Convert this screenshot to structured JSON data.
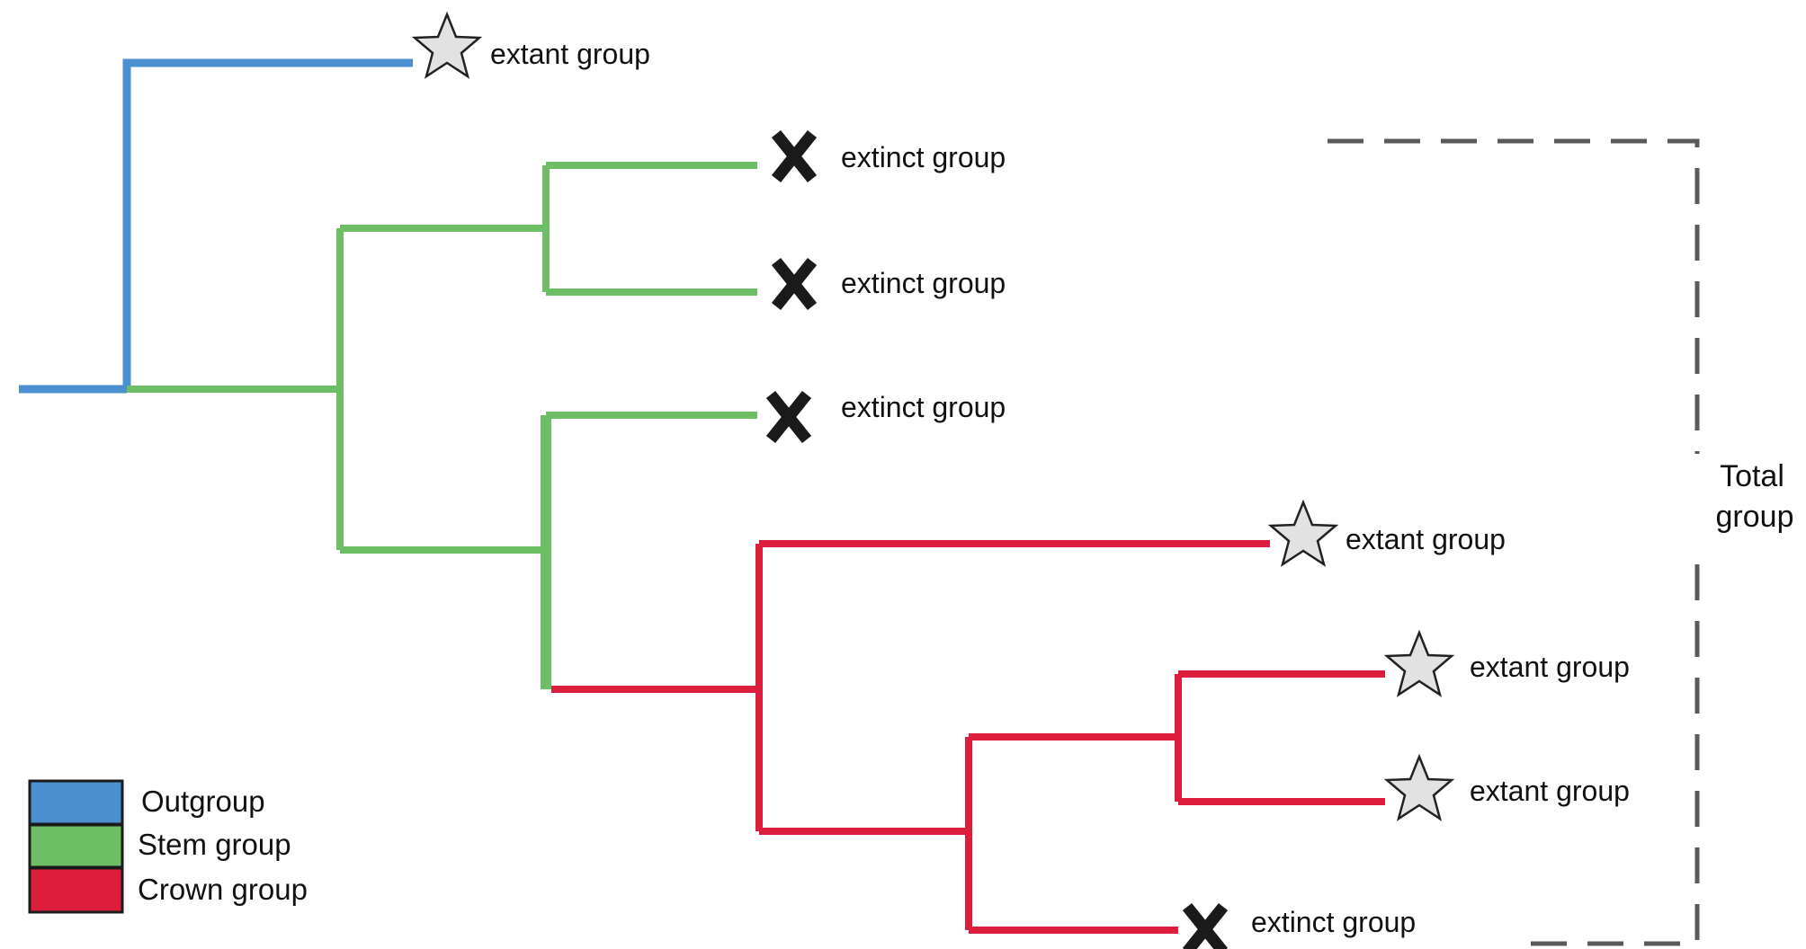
{
  "colors": {
    "outgroup": "#4a90d0",
    "stem": "#6dbe65",
    "crown": "#dc1e3c",
    "bracket": "#5a5a5a",
    "star_fill": "#e2e2e2",
    "cross": "#1a1a1a"
  },
  "tips": [
    {
      "label": "extant group",
      "status": "extant",
      "icon": "star-icon",
      "clade": "outgroup"
    },
    {
      "label": "extinct group",
      "status": "extinct",
      "icon": "cross-icon",
      "clade": "stem"
    },
    {
      "label": "extinct group",
      "status": "extinct",
      "icon": "cross-icon",
      "clade": "stem"
    },
    {
      "label": "extinct group",
      "status": "extinct",
      "icon": "cross-icon",
      "clade": "stem"
    },
    {
      "label": "extant group",
      "status": "extant",
      "icon": "star-icon",
      "clade": "crown"
    },
    {
      "label": "extant group",
      "status": "extant",
      "icon": "star-icon",
      "clade": "crown"
    },
    {
      "label": "extant group",
      "status": "extant",
      "icon": "star-icon",
      "clade": "crown"
    },
    {
      "label": "extinct group",
      "status": "extinct",
      "icon": "cross-icon",
      "clade": "crown"
    }
  ],
  "bracket": {
    "line1": "Total",
    "line2": "group"
  },
  "legend": [
    {
      "label": "Outgroup",
      "clade": "outgroup"
    },
    {
      "label": "Stem group",
      "clade": "stem"
    },
    {
      "label": "Crown group",
      "clade": "crown"
    }
  ]
}
